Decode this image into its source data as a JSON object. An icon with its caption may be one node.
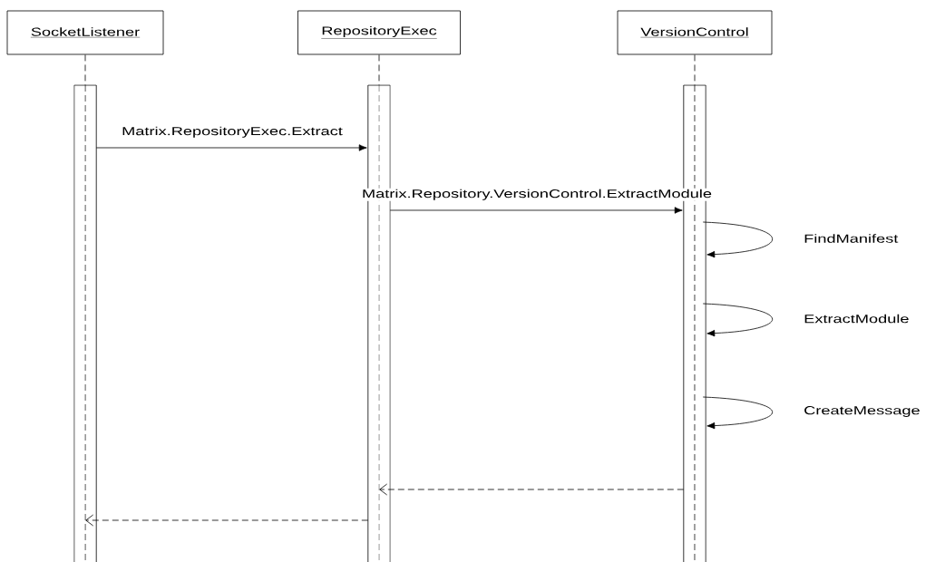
{
  "diagram": {
    "nodes": [
      {
        "text": [
          "SocketListener"
        ]
      },
      {
        "text": [
          "RepositoryExec"
        ]
      },
      {
        "text": [
          "VersionControl"
        ]
      },
      {
        "text": [],
        "shape": "bar"
      },
      {
        "text": [],
        "shape": "bar"
      },
      {
        "text": [],
        "shape": "bar"
      }
    ],
    "edges": [
      {
        "from": 0,
        "to": 3,
        "arrow": "none",
        "style": "dashed"
      },
      {
        "from": 1,
        "to": 4,
        "arrow": "none",
        "style": "dashed"
      },
      {
        "from": 2,
        "to": 5,
        "arrow": "none",
        "style": "dashed"
      },
      {
        "from": 3,
        "to": 4,
        "arrow": "to",
        "label": "Matrix.RepositoryExec.Extract"
      },
      {
        "from": 4,
        "to": 5,
        "arrow": "to",
        "label": "Matrix.Repository.VersionControl.ExtractModule"
      },
      {
        "from": 5,
        "to": 5,
        "arrow": "to",
        "label": "FindManifest"
      },
      {
        "from": 5,
        "to": 5,
        "arrow": "to",
        "label": "ExtractModule"
      },
      {
        "from": 5,
        "to": 5,
        "arrow": "to",
        "label": "CreateMessage"
      },
      {
        "from": 5,
        "to": 4,
        "arrow": "to",
        "style": "dashed"
      },
      {
        "from": 4,
        "to": 3,
        "arrow": "to",
        "style": "dashed"
      }
    ]
  }
}
